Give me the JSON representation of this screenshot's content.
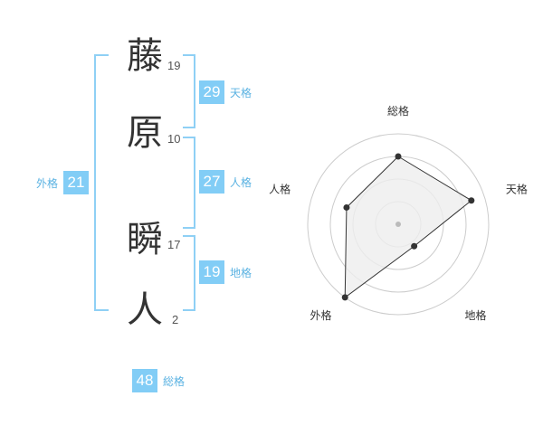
{
  "name": {
    "chars": [
      {
        "char": "藤",
        "strokes": "19"
      },
      {
        "char": "原",
        "strokes": "10"
      },
      {
        "char": "瞬",
        "strokes": "17"
      },
      {
        "char": "人",
        "strokes": "2"
      }
    ]
  },
  "fortunes": {
    "tenkaku": {
      "value": "29",
      "label": "天格"
    },
    "jinkaku": {
      "value": "27",
      "label": "人格"
    },
    "chikaku": {
      "value": "19",
      "label": "地格"
    },
    "gaikaku": {
      "value": "21",
      "label": "外格"
    },
    "soukaku": {
      "value": "48",
      "label": "総格"
    }
  },
  "radar": {
    "axes": [
      "総格",
      "天格",
      "地格",
      "外格",
      "人格"
    ],
    "values": [
      0.75,
      0.85,
      0.3,
      1.0,
      0.6
    ],
    "max": 1.0,
    "fill_color": "#eeeeee",
    "line_color": "#333333",
    "grid_color": "#cccccc"
  },
  "colors": {
    "accent": "#82cdf6",
    "bracket": "#8fd0f5",
    "accent_text": "#5ab2e2"
  }
}
